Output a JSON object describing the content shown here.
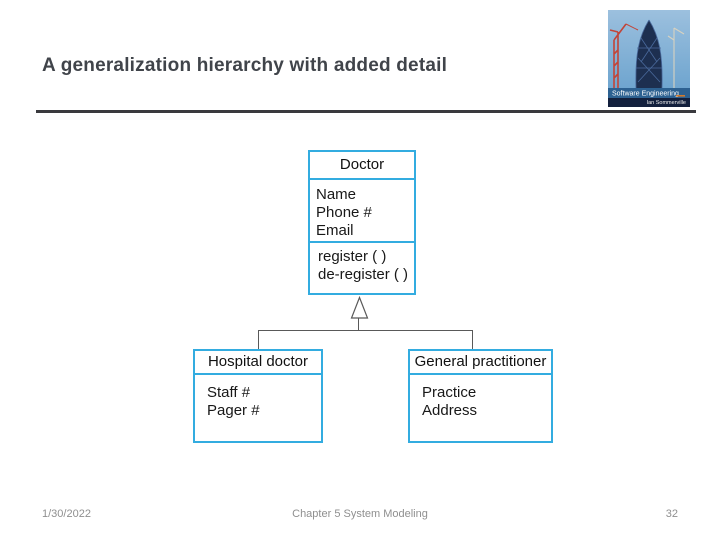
{
  "slide": {
    "title": "A generalization hierarchy with added detail",
    "footer": {
      "date": "1/30/2022",
      "center": "Chapter 5 System Modeling",
      "page_number": "32"
    }
  },
  "logo": {
    "book_title": "Software Engineering",
    "author": "Ian Sommerville"
  },
  "diagram": {
    "type": "uml-class-generalization",
    "classes": [
      {
        "name": "Doctor",
        "attributes": [
          "Name",
          "Phone #",
          "Email"
        ],
        "operations": [
          "register ( )",
          "de-register ( )"
        ]
      },
      {
        "name": "Hospital doctor",
        "attributes": [
          "Staff #",
          "Pager #"
        ],
        "operations": []
      },
      {
        "name": "General practitioner",
        "attributes": [
          "Practice",
          "Address"
        ],
        "operations": []
      }
    ],
    "relationships": [
      {
        "type": "generalization",
        "parent": "Doctor",
        "child": "Hospital doctor"
      },
      {
        "type": "generalization",
        "parent": "Doctor",
        "child": "General practitioner"
      }
    ]
  },
  "colors": {
    "class_border": "#33ace0",
    "connector": "#595959",
    "title_text": "#40444a",
    "footer_text": "#8f8f8f",
    "rule": "#3a3a3e"
  }
}
